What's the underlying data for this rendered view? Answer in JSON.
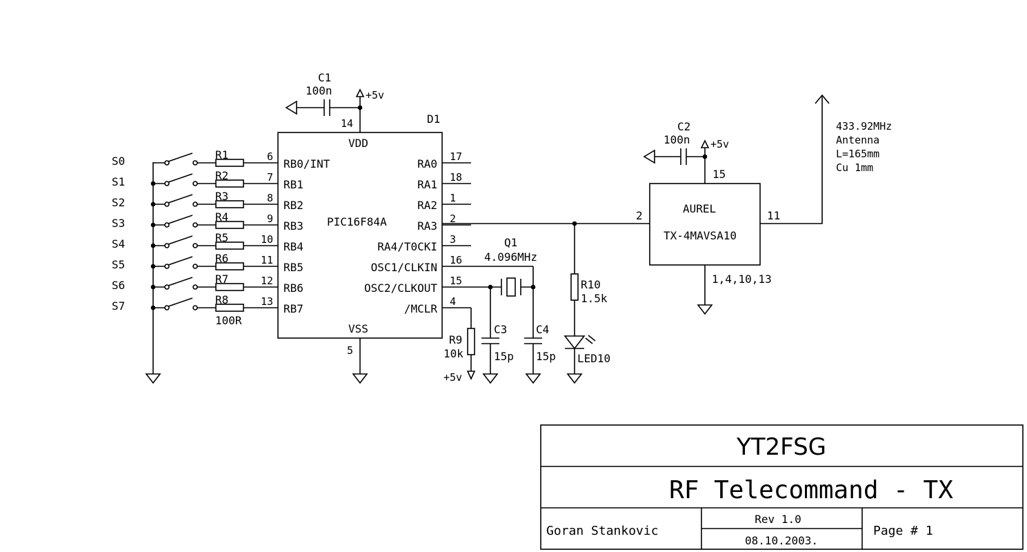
{
  "mcu": {
    "ref": "D1",
    "part": "PIC16F84A",
    "vdd_label": "VDD",
    "vss_label": "VSS",
    "vdd_pin": "14",
    "vss_pin": "5",
    "left_pins": [
      {
        "num": "6",
        "name": "RB0/INT"
      },
      {
        "num": "7",
        "name": "RB1"
      },
      {
        "num": "8",
        "name": "RB2"
      },
      {
        "num": "9",
        "name": "RB3"
      },
      {
        "num": "10",
        "name": "RB4"
      },
      {
        "num": "11",
        "name": "RB5"
      },
      {
        "num": "12",
        "name": "RB6"
      },
      {
        "num": "13",
        "name": "RB7"
      }
    ],
    "right_pins": [
      {
        "num": "17",
        "name": "RA0"
      },
      {
        "num": "18",
        "name": "RA1"
      },
      {
        "num": "1",
        "name": "RA2"
      },
      {
        "num": "2",
        "name": "RA3"
      },
      {
        "num": "3",
        "name": "RA4/T0CKI"
      },
      {
        "num": "16",
        "name": "OSC1/CLKIN"
      },
      {
        "num": "15",
        "name": "OSC2/CLKOUT"
      },
      {
        "num": "4",
        "name": "/MCLR"
      }
    ]
  },
  "switches": [
    "S0",
    "S1",
    "S2",
    "S3",
    "S4",
    "S5",
    "S6",
    "S7"
  ],
  "resistors": [
    "R1",
    "R2",
    "R3",
    "R4",
    "R5",
    "R6",
    "R7",
    "R8"
  ],
  "resistor_value": "100R",
  "c1": {
    "ref": "C1",
    "value": "100n"
  },
  "supply_label": "+5v",
  "crystal": {
    "ref": "Q1",
    "value": "4.096MHz"
  },
  "c3": {
    "ref": "C3",
    "value": "15p"
  },
  "c4": {
    "ref": "C4",
    "value": "15p"
  },
  "r9": {
    "ref": "R9",
    "value": "10k"
  },
  "r10": {
    "ref": "R10",
    "value": "1.5k"
  },
  "led": {
    "ref": "LED10"
  },
  "module": {
    "name": "AUREL",
    "part": "TX-4MAVSA10",
    "c2_ref": "C2",
    "c2_value": "100n",
    "pin_vcc": "15",
    "pin_in": "2",
    "pin_out": "11",
    "pins_gnd": "1,4,10,13"
  },
  "antenna": {
    "freq": "433.92MHz",
    "label": "Antenna",
    "length": "L=165mm",
    "wire": "Cu 1mm"
  },
  "title_block": {
    "callsign": "YT2FSG",
    "title": "RF Telecommand - TX",
    "author": "Goran Stankovic",
    "rev": "Rev 1.0",
    "date": "08.10.2003.",
    "page": "Page # 1"
  }
}
